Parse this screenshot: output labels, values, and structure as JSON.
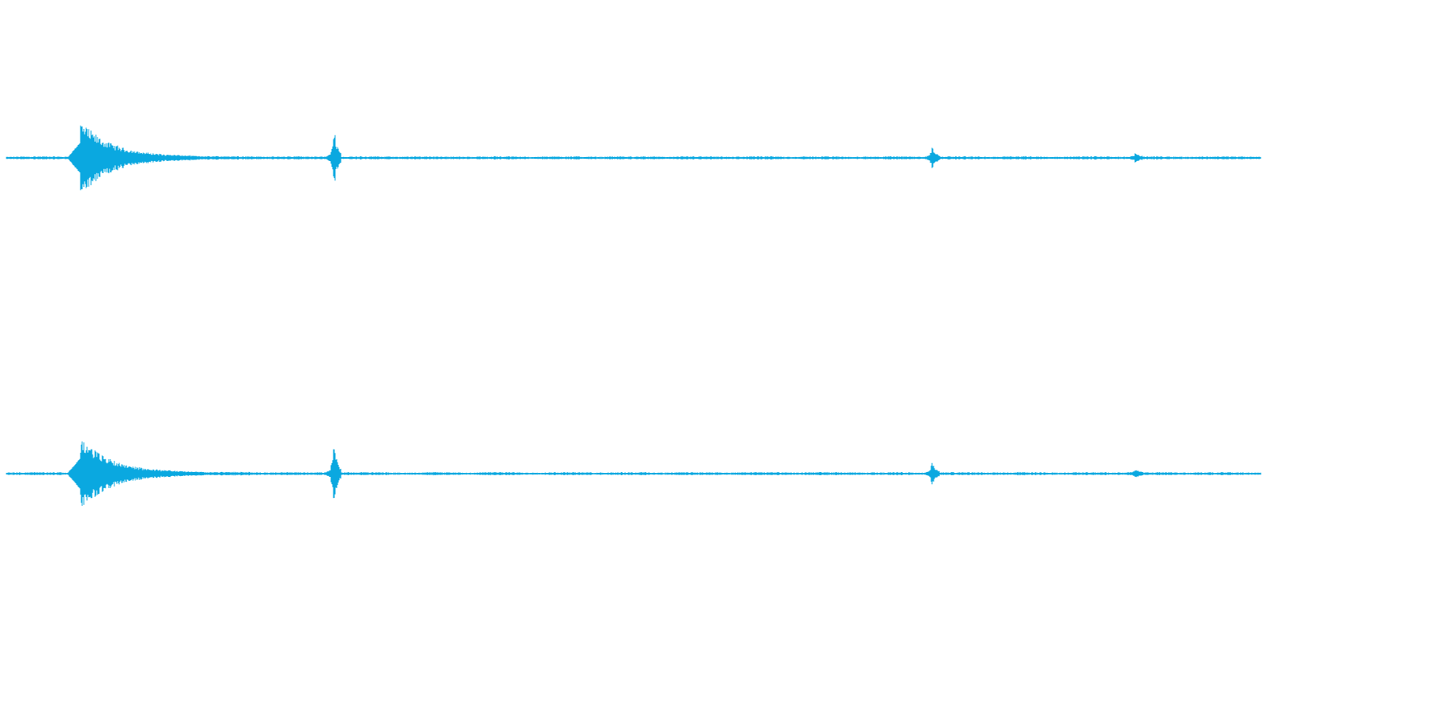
{
  "waveform": {
    "color": "#0aa8e0",
    "background": "#ffffff",
    "channels": [
      {
        "id": "channel-1",
        "events": [
          {
            "position": 0.059,
            "amplitude": 0.9,
            "decay": "long"
          },
          {
            "position": 0.261,
            "amplitude": 0.8,
            "decay": "short"
          },
          {
            "position": 0.738,
            "amplitude": 0.28,
            "decay": "short"
          },
          {
            "position": 0.9,
            "amplitude": 0.1,
            "decay": "short"
          }
        ],
        "noise_floor": 0.02
      },
      {
        "id": "channel-2",
        "events": [
          {
            "position": 0.059,
            "amplitude": 0.9,
            "decay": "long"
          },
          {
            "position": 0.261,
            "amplitude": 0.8,
            "decay": "short"
          },
          {
            "position": 0.738,
            "amplitude": 0.28,
            "decay": "short"
          },
          {
            "position": 0.9,
            "amplitude": 0.1,
            "decay": "short"
          }
        ],
        "noise_floor": 0.02
      }
    ]
  }
}
